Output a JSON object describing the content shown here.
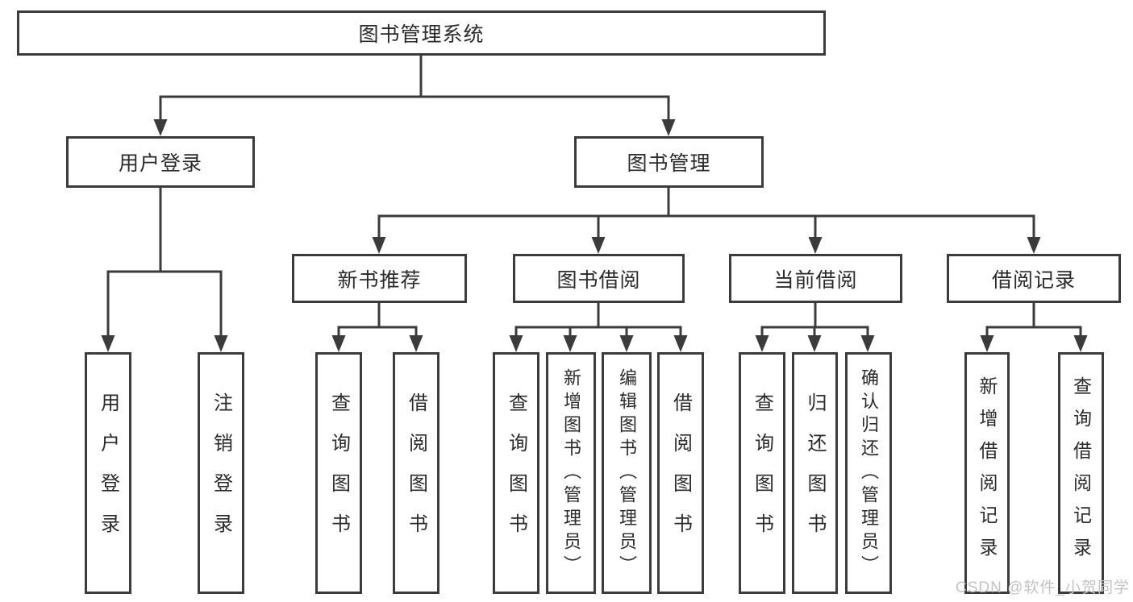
{
  "root": {
    "label": "图书管理系统"
  },
  "level1": [
    {
      "label": "用户登录"
    },
    {
      "label": "图书管理"
    }
  ],
  "level2": [
    {
      "label": "新书推荐"
    },
    {
      "label": "图书借阅"
    },
    {
      "label": "当前借阅"
    },
    {
      "label": "借阅记录"
    }
  ],
  "leaves": {
    "login": [
      "用户登录",
      "注销登录"
    ],
    "newbooks": [
      "查询图书",
      "借阅图书"
    ],
    "borrow": [
      "查询图书",
      "新增图书（管理员）",
      "编辑图书（管理员）",
      "借阅图书"
    ],
    "current": [
      "查询图书",
      "归还图书",
      "确认归还（管理员）"
    ],
    "records": [
      "新增借阅记录",
      "查询借阅记录"
    ]
  },
  "watermark": {
    "text": "CSDN @软件_小贺同学"
  },
  "colors": {
    "line": "#3b3b3b",
    "text": "#2a2a2a",
    "watermark": "#c3c3c3",
    "background": "#ffffff"
  }
}
